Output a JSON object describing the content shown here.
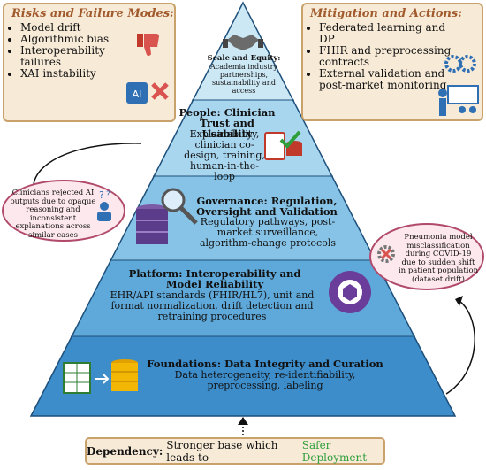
{
  "risks": {
    "title": "Risks and Failure Modes:",
    "items": [
      "Model drift",
      "Algorithmic bias",
      "Interoperability failures",
      "XAI instability"
    ],
    "icon_label": "AI"
  },
  "mitigation": {
    "title": "Mitigation and Actions:",
    "items": [
      "Federated learning and DP",
      "FHIR and preprocessing contracts",
      "External validation and post-market monitoring"
    ]
  },
  "pyramid": {
    "top": {
      "title": "Scale and Equity:",
      "body": "Academia industry partnerships, sustainability and access"
    },
    "people": {
      "title": "People: Clinician Trust and Usability",
      "body": "Explainability, clinician co-design, training, human-in-the-loop"
    },
    "governance": {
      "title": "Governance: Regulation, Oversight and Validation",
      "body": "Regulatory pathways, post-market surveillance, algorithm-change protocols"
    },
    "platform": {
      "title": "Platform: Interoperability and Model Reliability",
      "body": "EHR/API standards (FHIR/HL7), unit and format normalization, drift detection and retraining procedures"
    },
    "foundations": {
      "title": "Foundations: Data Integrity and Curation",
      "body": "Data heterogeneity, re-identifiability, preprocessing, labeling"
    }
  },
  "callouts": {
    "left": "Clinicians rejected AI outputs due to opaque reasoning and inconsistent explanations across similar cases",
    "right": "Pneumonia model misclassification during COVID-19 due to sudden shift in patient population (dataset drift)"
  },
  "footer": {
    "label": "Dependency:",
    "text": "Stronger base which leads to",
    "highlight": "Safer Deployment"
  },
  "colors": {
    "band1": "#c6e4f4",
    "band2": "#a9d6ee",
    "band3": "#86c3e6",
    "band4": "#5ea8d8",
    "band5": "#3f8fcb",
    "highlight": "#2e9e3a",
    "accent_red": "#d9534f"
  }
}
